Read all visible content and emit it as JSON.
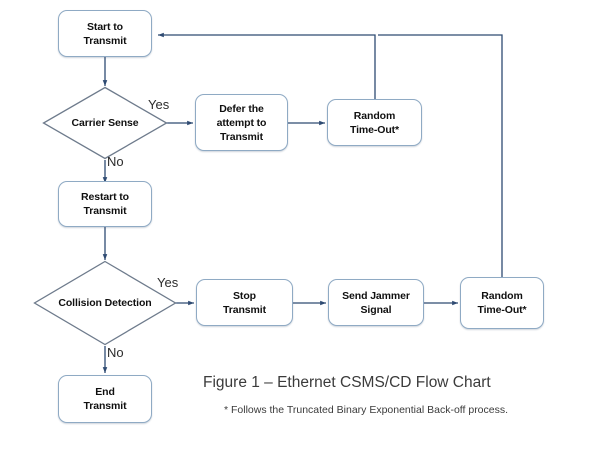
{
  "figure": {
    "caption_title": "Figure 1 – Ethernet CSMS/CD Flow Chart",
    "caption_note": "* Follows the Truncated Binary Exponential Back-off process.",
    "colors": {
      "node_border": "#8faac4",
      "edge": "#2e4a72",
      "diamond_border": "#6e7b8c",
      "background": "#ffffff",
      "text": "#101010"
    }
  },
  "nodes": {
    "start_transmit": {
      "label_line1": "Start to",
      "label_line2": "Transmit"
    },
    "carrier_sense": {
      "label_line1": "Carrier",
      "label_line2": "Sense"
    },
    "defer_attempt": {
      "label_line1": "Defer the",
      "label_line2": "attempt to",
      "label_line3": "Transmit"
    },
    "random_timeout_top": {
      "label_line1": "Random",
      "label_line2": "Time-Out*"
    },
    "restart_transmit": {
      "label_line1": "Restart to",
      "label_line2": "Transmit"
    },
    "collision_detection": {
      "label_line1": "Collision",
      "label_line2": "Detection"
    },
    "stop_transmit": {
      "label_line1": "Stop",
      "label_line2": "Transmit"
    },
    "send_jammer": {
      "label_line1": "Send Jammer",
      "label_line2": "Signal"
    },
    "random_timeout_bottom": {
      "label_line1": "Random",
      "label_line2": "Time-Out*"
    },
    "end_transmit": {
      "label_line1": "End",
      "label_line2": "Transmit"
    }
  },
  "branch_labels": {
    "carrier_yes": "Yes",
    "carrier_no": "No",
    "collision_yes": "Yes",
    "collision_no": "No"
  },
  "chart_data": {
    "type": "diagram",
    "title": "Figure 1 – Ethernet CSMS/CD Flow Chart",
    "nodes": [
      {
        "id": "start_transmit",
        "text": "Start to Transmit",
        "shape": "rounded-rect"
      },
      {
        "id": "carrier_sense",
        "text": "Carrier Sense",
        "shape": "diamond"
      },
      {
        "id": "defer_attempt",
        "text": "Defer the attempt to Transmit",
        "shape": "rounded-rect"
      },
      {
        "id": "random_timeout_top",
        "text": "Random Time-Out*",
        "shape": "rounded-rect"
      },
      {
        "id": "restart_transmit",
        "text": "Restart to Transmit",
        "shape": "rounded-rect"
      },
      {
        "id": "collision_detection",
        "text": "Collision Detection",
        "shape": "diamond"
      },
      {
        "id": "stop_transmit",
        "text": "Stop Transmit",
        "shape": "rounded-rect"
      },
      {
        "id": "send_jammer",
        "text": "Send Jammer Signal",
        "shape": "rounded-rect"
      },
      {
        "id": "random_timeout_bottom",
        "text": "Random Time-Out*",
        "shape": "rounded-rect"
      },
      {
        "id": "end_transmit",
        "text": "End Transmit",
        "shape": "rounded-rect"
      }
    ],
    "edges": [
      {
        "from": "start_transmit",
        "to": "carrier_sense",
        "label": ""
      },
      {
        "from": "carrier_sense",
        "to": "defer_attempt",
        "label": "Yes"
      },
      {
        "from": "carrier_sense",
        "to": "restart_transmit",
        "label": "No"
      },
      {
        "from": "defer_attempt",
        "to": "random_timeout_top",
        "label": ""
      },
      {
        "from": "random_timeout_top",
        "to": "start_transmit",
        "label": ""
      },
      {
        "from": "restart_transmit",
        "to": "collision_detection",
        "label": ""
      },
      {
        "from": "collision_detection",
        "to": "stop_transmit",
        "label": "Yes"
      },
      {
        "from": "collision_detection",
        "to": "end_transmit",
        "label": "No"
      },
      {
        "from": "stop_transmit",
        "to": "send_jammer",
        "label": ""
      },
      {
        "from": "send_jammer",
        "to": "random_timeout_bottom",
        "label": ""
      },
      {
        "from": "random_timeout_bottom",
        "to": "start_transmit",
        "label": ""
      }
    ]
  }
}
